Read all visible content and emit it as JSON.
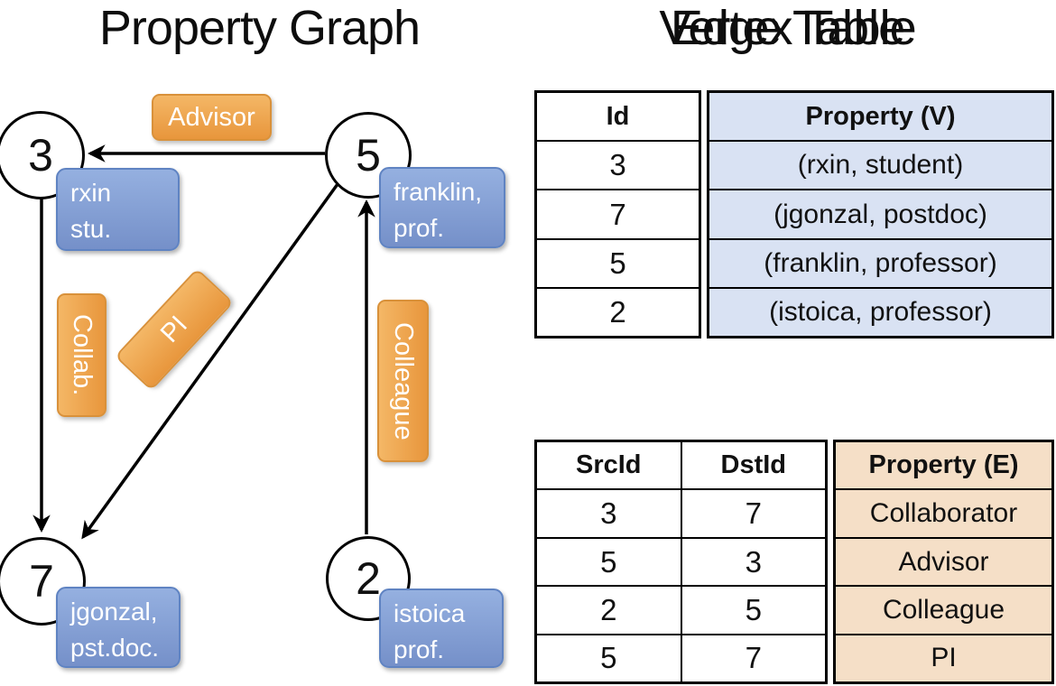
{
  "graph": {
    "title": "Property Graph",
    "nodes": {
      "n3": {
        "id": "3",
        "line1": "rxin",
        "line2": "stu."
      },
      "n5": {
        "id": "5",
        "line1": "franklin,",
        "line2": "prof."
      },
      "n7": {
        "id": "7",
        "line1": "jgonzal,",
        "line2": "pst.doc."
      },
      "n2": {
        "id": "2",
        "line1": "istoica",
        "line2": "prof."
      }
    },
    "edge_labels": {
      "advisor": "Advisor",
      "collab": "Collab.",
      "pi": "PI",
      "colleague": "Colleague"
    }
  },
  "vertex_table": {
    "title": "Vertex Table",
    "columns": {
      "id": "Id",
      "property": "Property (V)"
    },
    "rows": [
      {
        "id": "3",
        "property": "(rxin, student)"
      },
      {
        "id": "7",
        "property": "(jgonzal, postdoc)"
      },
      {
        "id": "5",
        "property": "(franklin, professor)"
      },
      {
        "id": "2",
        "property": "(istoica, professor)"
      }
    ]
  },
  "edge_table": {
    "title": "Edge Table",
    "columns": {
      "src": "SrcId",
      "dst": "DstId",
      "property": "Property (E)"
    },
    "rows": [
      {
        "src": "3",
        "dst": "7",
        "property": "Collaborator"
      },
      {
        "src": "5",
        "dst": "3",
        "property": "Advisor"
      },
      {
        "src": "2",
        "dst": "5",
        "property": "Colleague"
      },
      {
        "src": "5",
        "dst": "7",
        "property": "PI"
      }
    ]
  },
  "colors": {
    "edge_accent": "#EC9A3C",
    "vertex_accent": "#7E9CD1",
    "vertex_property_fill": "#D9E2F3",
    "edge_property_fill": "#F5DFC7",
    "line": "#000000"
  }
}
